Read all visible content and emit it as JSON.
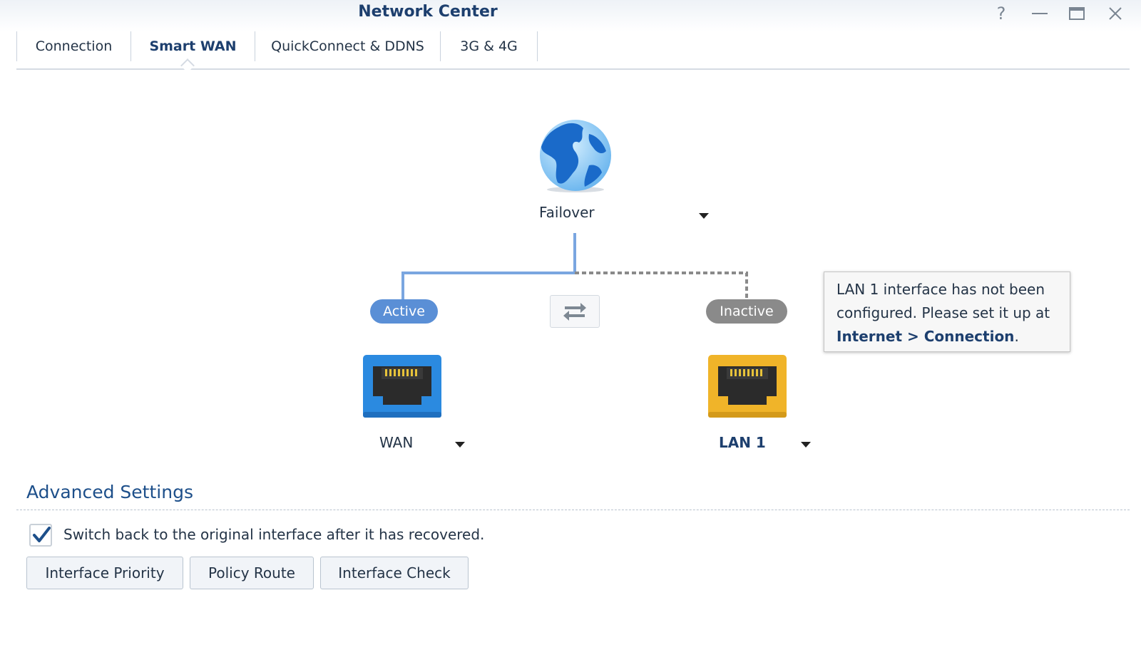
{
  "window": {
    "title": "Network Center",
    "controls": [
      "help-icon",
      "minimize-icon",
      "maximize-icon",
      "close-icon"
    ]
  },
  "tabs": [
    {
      "label": "Connection",
      "active": false
    },
    {
      "label": "Smart WAN",
      "active": true
    },
    {
      "label": "QuickConnect & DDNS",
      "active": false
    },
    {
      "label": "3G & 4G",
      "active": false
    }
  ],
  "diagram": {
    "mode_label": "Failover",
    "wan": {
      "label": "WAN",
      "status": "Active",
      "color": "#2b8ae0"
    },
    "lan": {
      "label": "LAN 1",
      "status": "Inactive",
      "color": "#f0b429"
    },
    "swap_icon": "swap-arrows-icon",
    "tooltip": {
      "text": "LAN 1 interface has not been configured. Please set it up at ",
      "link": "Internet > Connection",
      "suffix": "."
    }
  },
  "advanced": {
    "title": "Advanced Settings",
    "switch_back_label": "Switch back to the original interface after it has recovered.",
    "switch_back_checked": true,
    "buttons": {
      "priority": "Interface Priority",
      "policy": "Policy Route",
      "check": "Interface Check"
    }
  },
  "colors": {
    "accent": "#1d3f6e",
    "active_link": "#7aa6e0",
    "inactive_link": "#8a8a8a"
  }
}
